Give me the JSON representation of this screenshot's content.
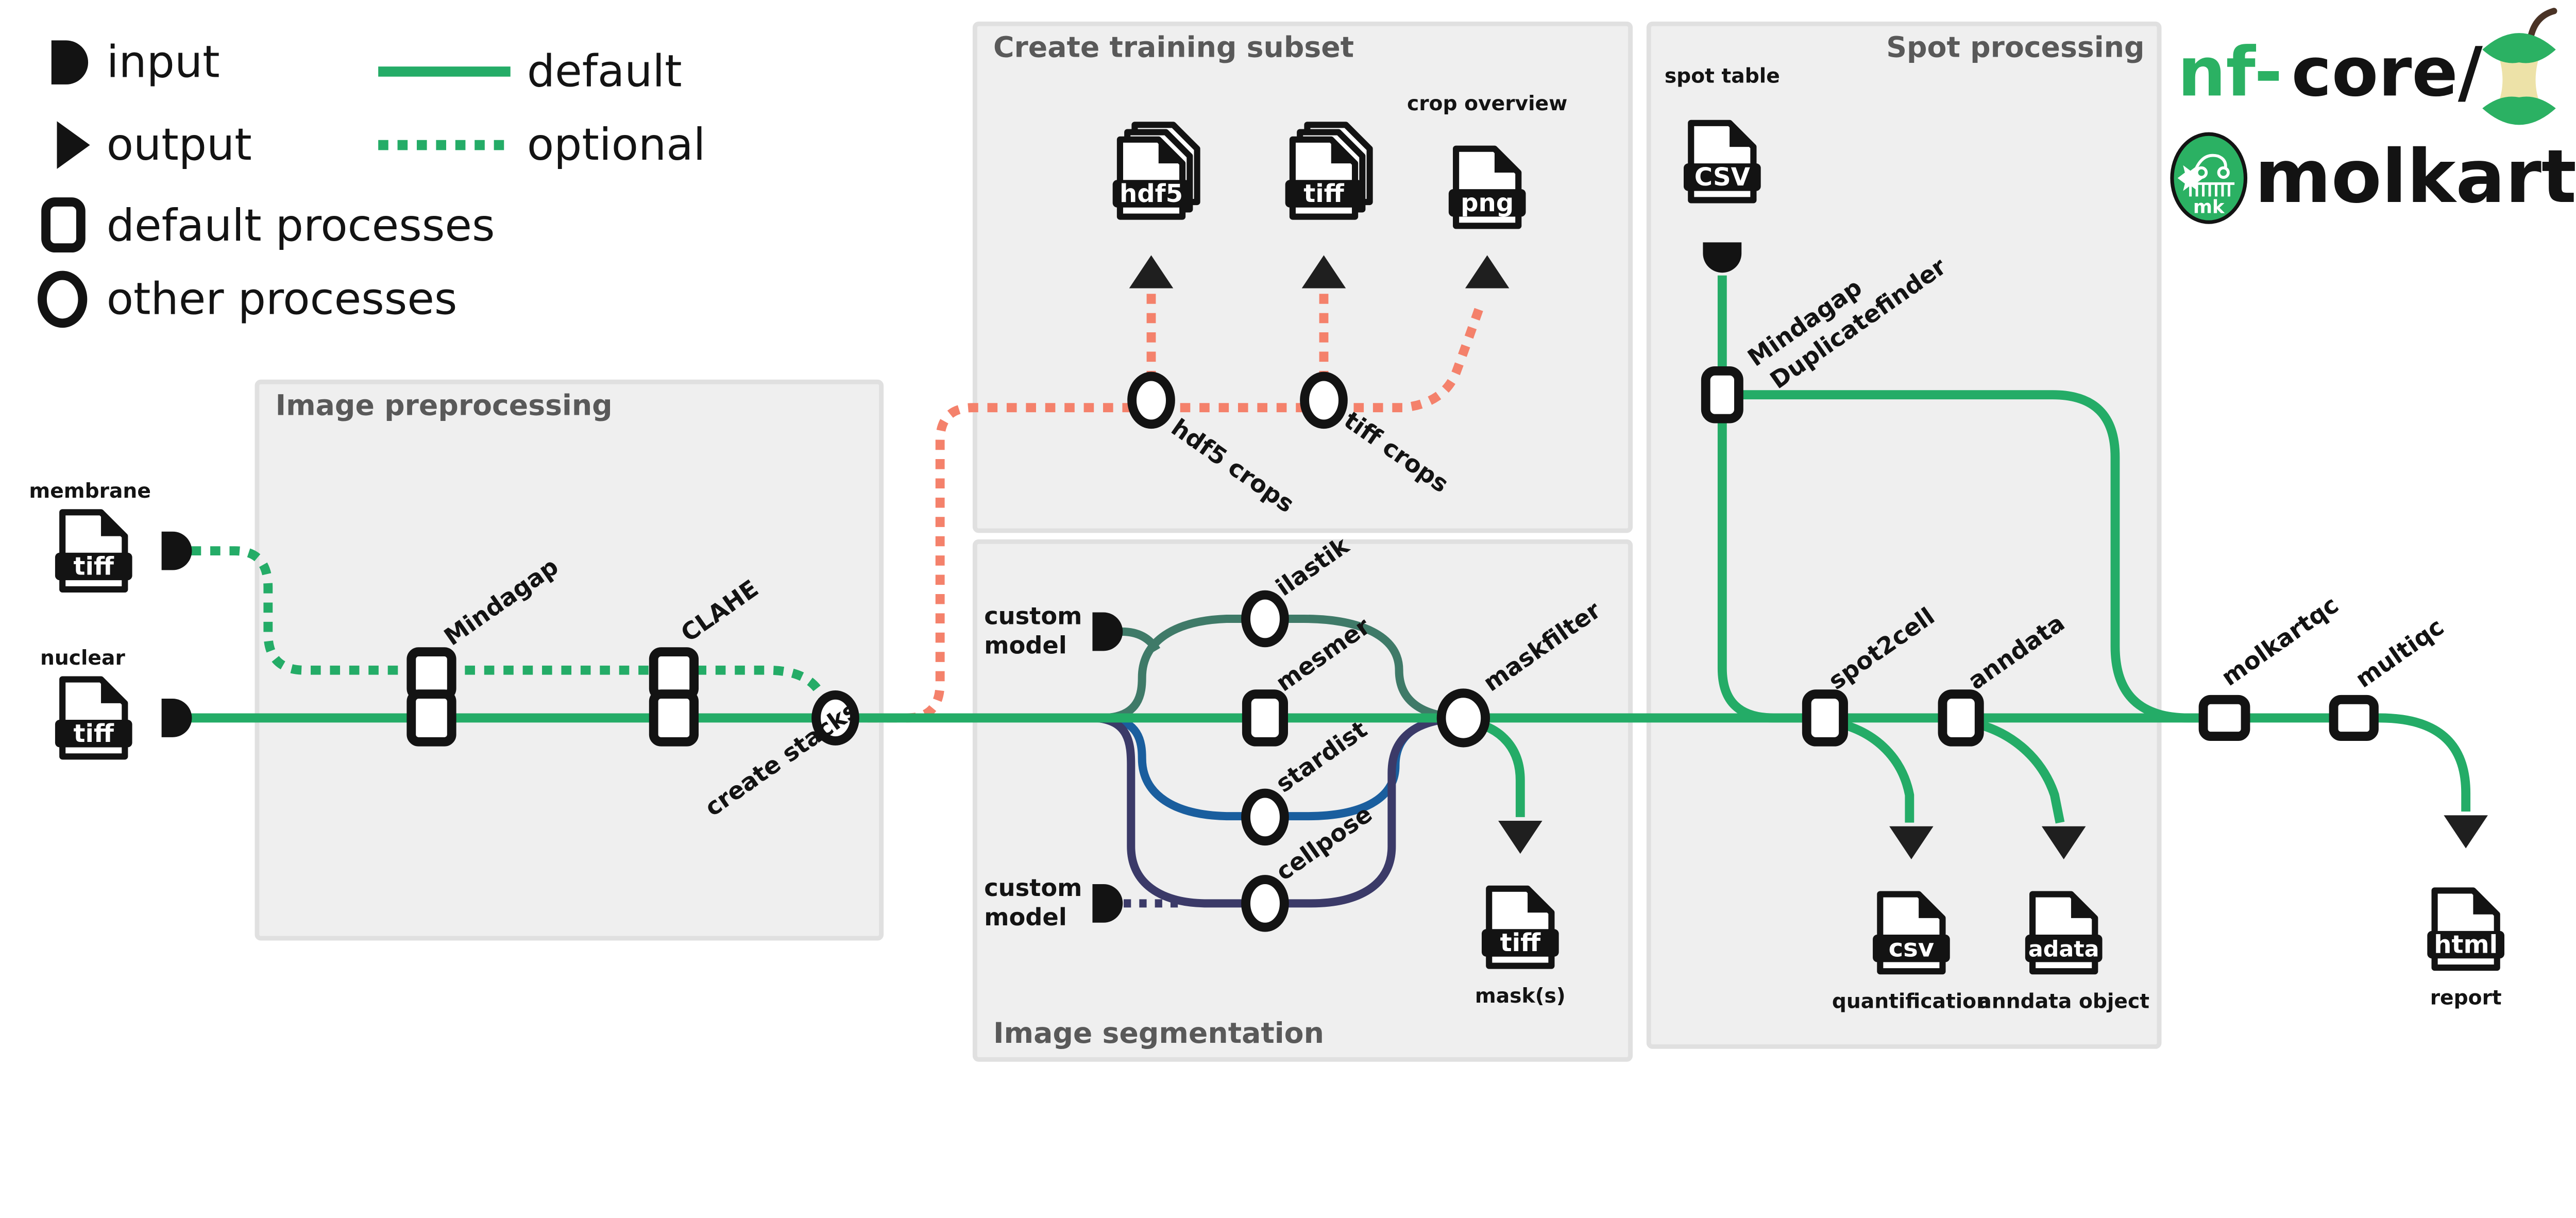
{
  "colors": {
    "green": "#24AC67",
    "salmon": "#F4816B",
    "teal": "#3F7A68",
    "blue": "#1A5E9E",
    "navy": "#3B3A68",
    "box_fill": "#EFEFEF",
    "box_border": "#E0E0E0",
    "section_title": "#595959",
    "black": "#131313",
    "logo_green": "#2BB163",
    "apple_cream": "#EDE2A8",
    "stem_brown": "#4A3326"
  },
  "legend": {
    "input": "input",
    "output": "output",
    "default_processes": "default processes",
    "other_processes": "other processes",
    "default_line": "default",
    "optional_line": "optional"
  },
  "logo": {
    "nf": "nf-",
    "core": "core/",
    "name": "molkart",
    "badge": "mk"
  },
  "sections": {
    "preprocessing": "Image preprocessing",
    "training": "Create training subset",
    "segmentation": "Image segmentation",
    "spot": "Spot processing"
  },
  "inputs": {
    "membrane_label": "membrane",
    "membrane_format": "tiff",
    "nuclear_label": "nuclear",
    "nuclear_format": "tiff",
    "spot_table_label": "spot table",
    "spot_table_format": "CSV",
    "custom_model_line1": "custom",
    "custom_model_line2": "model"
  },
  "processes": {
    "mindagap": "Mindagap",
    "clahe": "CLAHE",
    "create_stacks": "create stacks",
    "hdf5_crops": "hdf5 crops",
    "tiff_crops": "tiff crops",
    "ilastik": "ilastik",
    "mesmer": "mesmer",
    "stardist": "stardist",
    "cellpose": "cellpose",
    "maskfilter": "maskfilter",
    "duplicatefinder_line1": "Mindagap",
    "duplicatefinder_line2": "Duplicatefinder",
    "spot2cell": "spot2cell",
    "anndata": "anndata",
    "molkartqc": "molkartqc",
    "multiqc": "multiqc"
  },
  "outputs": {
    "hdf5_format": "hdf5",
    "tiff_crops_format": "tiff",
    "png_format": "png",
    "crop_overview_label": "crop overview",
    "mask_format": "tiff",
    "mask_label": "mask(s)",
    "quant_format": "csv",
    "quant_label": "quantification",
    "adata_format": "adata",
    "adata_label": "anndata object",
    "report_format": "html",
    "report_label": "report"
  }
}
